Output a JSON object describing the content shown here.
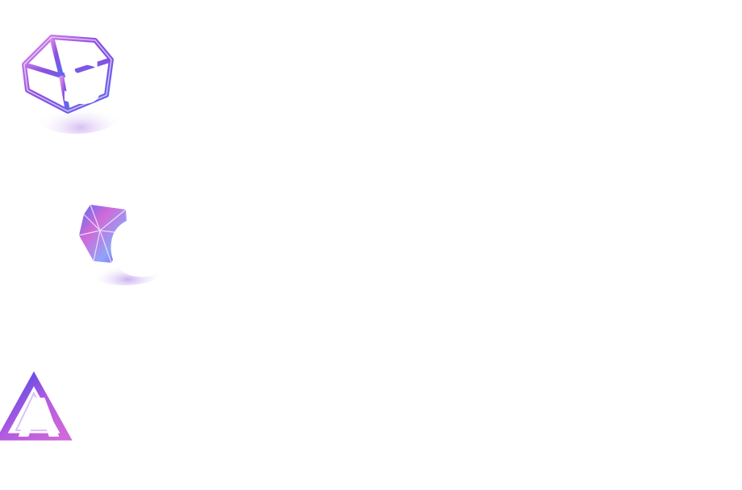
{
  "tiles": [
    {
      "letter": "S",
      "icon": "wireframe-cube-icon"
    },
    {
      "letter": "C",
      "icon": "crystal-gem-icon"
    },
    {
      "letter": "A",
      "icon": "triangle-prism-icon"
    }
  ],
  "colors": {
    "background": "#ffffff",
    "violet": "#8a4fe0",
    "magenta": "#d06ad8",
    "blue": "#5a6cf0",
    "lavender": "#c7a8f2",
    "letter": "#ffffff"
  }
}
